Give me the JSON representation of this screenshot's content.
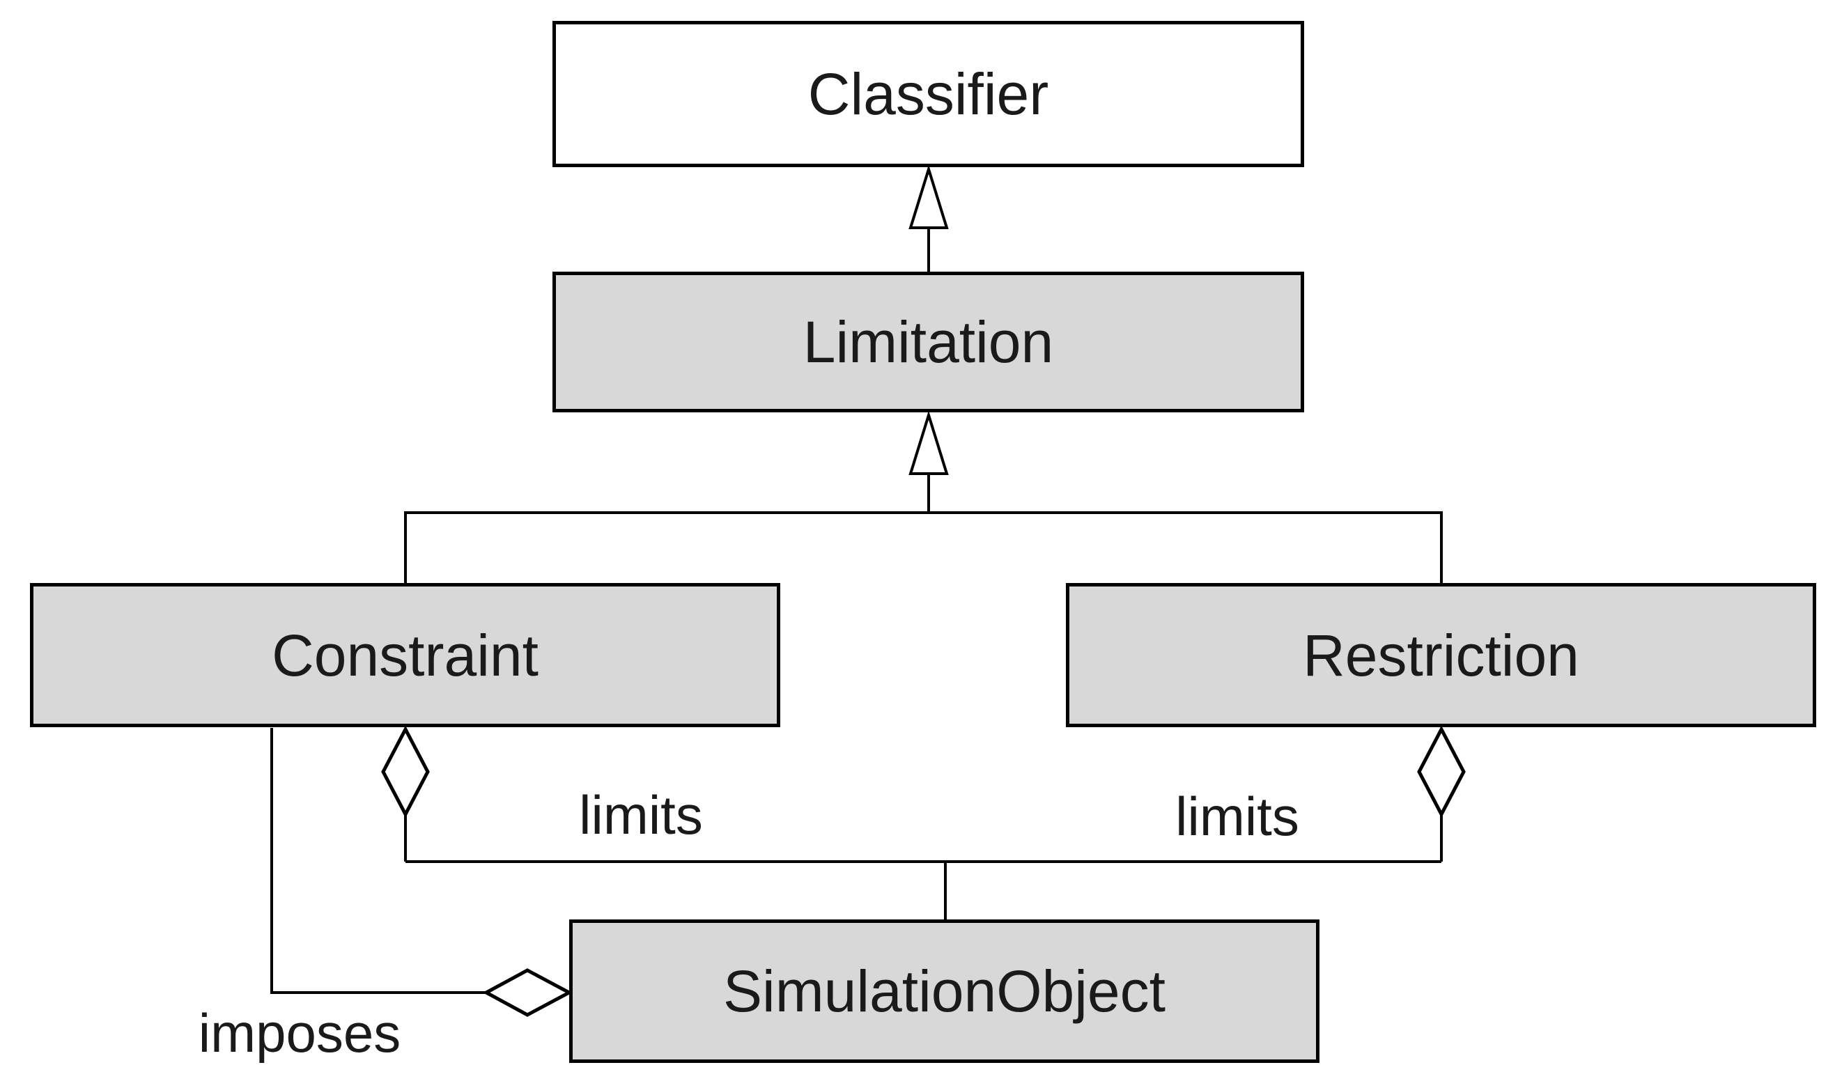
{
  "diagram": {
    "kind": "uml-class-diagram",
    "nodes": [
      {
        "name": "Classifier",
        "fill": "#ffffff"
      },
      {
        "name": "Limitation",
        "fill": "#d8d8d8"
      },
      {
        "name": "Constraint",
        "fill": "#d8d8d8"
      },
      {
        "name": "Restriction",
        "fill": "#d8d8d8"
      },
      {
        "name": "SimulationObject",
        "fill": "#d8d8d8"
      }
    ],
    "edges": [
      {
        "type": "generalization",
        "from": "Limitation",
        "to": "Classifier",
        "label": ""
      },
      {
        "type": "generalization",
        "from": "Constraint",
        "to": "Limitation",
        "label": ""
      },
      {
        "type": "generalization",
        "from": "Restriction",
        "to": "Limitation",
        "label": ""
      },
      {
        "type": "aggregation",
        "from": "Constraint",
        "to": "SimulationObject",
        "label": "limits"
      },
      {
        "type": "aggregation",
        "from": "Restriction",
        "to": "SimulationObject",
        "label": "limits"
      },
      {
        "type": "aggregation",
        "from": "Constraint",
        "to": "SimulationObject",
        "label": "imposes"
      }
    ],
    "colors": {
      "node_fill": "#d8d8d8",
      "classifier_fill": "#ffffff",
      "stroke": "#000000",
      "text": "#1a1a1a",
      "background": "#ffffff"
    }
  }
}
